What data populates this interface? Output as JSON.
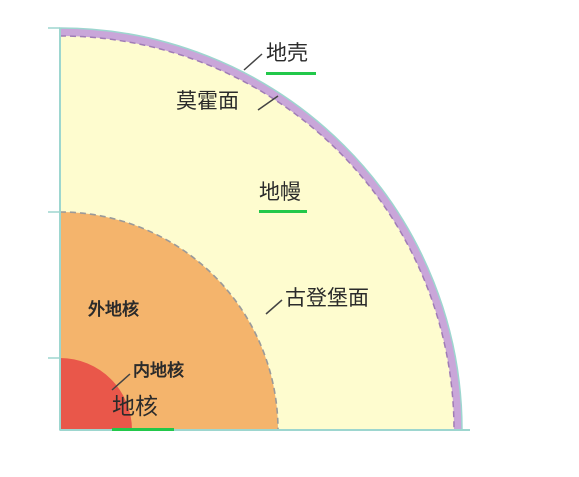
{
  "diagram": {
    "labels": {
      "crust": "地壳",
      "moho": "莫霍面",
      "mantle": "地幔",
      "gutenberg": "古登堡面",
      "outer_core": "外地核",
      "inner_core": "内地核",
      "core": "地核"
    },
    "colors": {
      "crust": "#c9a6d9",
      "mantle": "#fefccf",
      "outer_core": "#f4b46c",
      "inner_core": "#e9574a",
      "axis": "#9dd6cf",
      "highlight_underline": "#22c84a",
      "text": "#2b2b2b"
    }
  }
}
